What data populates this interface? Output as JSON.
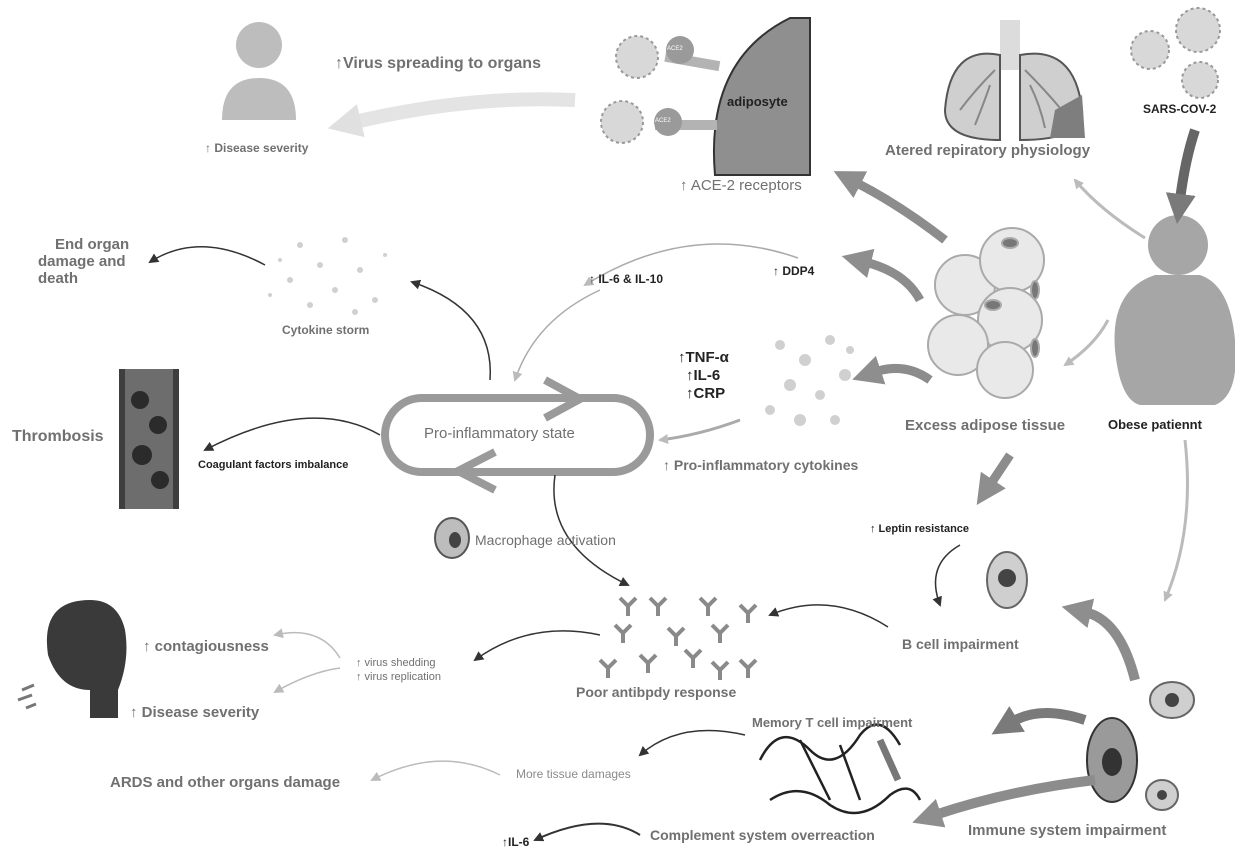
{
  "colors": {
    "arrow_dark": "#707070",
    "arrow_mid": "#8c8c8c",
    "arrow_light": "#d9d9d9",
    "text_dark": "#222222",
    "text_grey": "#707070",
    "shape_fill": "#bdbdbd",
    "shape_light": "#e6e6e6"
  },
  "icons": [
    "person-icon",
    "virus-icon",
    "adipocyte-icon",
    "lungs-icon",
    "obese-person-icon",
    "fat-cell-cluster-icon",
    "cytokine-particles-icon",
    "blood-vessel-icon",
    "macrophage-icon",
    "antibody-icon",
    "b-cell-icon",
    "head-profile-icon",
    "t-cell-icon",
    "protein-icon"
  ],
  "labels": {
    "virus_spreading": "↑Virus spreading to organs",
    "disease_severity_top": "↑ Disease severity",
    "adipocyte": "adiposyte",
    "receptor_tag": "ACE2",
    "ace2_receptors": "↑ ACE-2 receptors",
    "altered_respiratory": "Atered repiratory physiology",
    "sars_cov_2": "SARS-COV-2",
    "end_organ": [
      "End organ",
      "damage and",
      "death"
    ],
    "cytokine_storm": "Cytokine storm",
    "il6_il10": "↑ IL-6 & IL-10",
    "ddp4": "↑ DDP4",
    "tnf_alpha": "↑TNF-α",
    "il6": "↑IL-6",
    "crp": "↑CRP",
    "excess_adipose": "Excess adipose tissue",
    "obese_patient": "Obese patiennt",
    "thrombosis": "Thrombosis",
    "coagulant": "Coagulant factors imbalance",
    "pro_inflammatory_state": "Pro-inflammatory state",
    "pro_inflammatory_cytokines": "↑ Pro-inflammatory cytokines",
    "leptin": "↑ Leptin resistance",
    "macrophage": "Macrophage activation",
    "b_cell": "B  cell impairment",
    "contagiousness": "↑ contagiousness",
    "virus_shedding": "↑ virus shedding",
    "virus_replication": "↑ virus replication",
    "disease_severity_bottom": "↑ Disease severity",
    "poor_antibody": "Poor antibpdy response",
    "memory_t": "Memory T cell impairment",
    "ards": "ARDS and other organs damage",
    "more_tissue": "More tissue damages",
    "il6_bottom": "↑IL-6",
    "complement": "Complement system overreaction",
    "immune": "Immune system impairment"
  }
}
